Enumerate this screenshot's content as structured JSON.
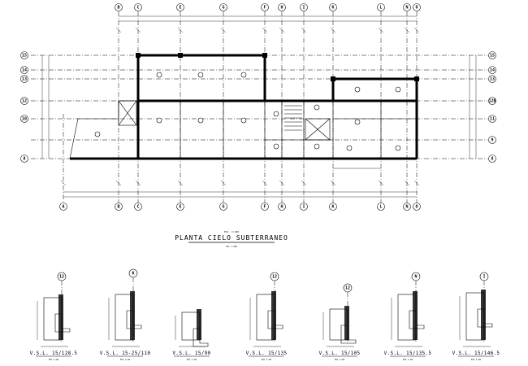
{
  "plan": {
    "title": "PLANTA CIELO SUBTERRANEO",
    "subtitle": "ESC. 1:100",
    "scale_note": "ESC 1:100",
    "top_axes": [
      "B",
      "C",
      "E",
      "G",
      "F",
      "H",
      "I",
      "K",
      "L",
      "N",
      "O"
    ],
    "bottom_axes": [
      "A",
      "B",
      "C",
      "E",
      "G",
      "F",
      "H",
      "I",
      "K",
      "L",
      "N",
      "O"
    ],
    "left_axes": [
      "15",
      "14",
      "13",
      "12",
      "10",
      "8"
    ],
    "right_axes": [
      "15",
      "14",
      "13",
      "12B",
      "11",
      "9",
      "8"
    ]
  },
  "sections": [
    {
      "label": "V.S.L. 15/128.5",
      "tag": "12",
      "scale": "ESC 1:20"
    },
    {
      "label": "V.S.L. 15-25/110",
      "tag": "K",
      "scale": "ESC 1:20"
    },
    {
      "label": "V.S.L. 15/90",
      "tag": "",
      "scale": "ESC 1:20"
    },
    {
      "label": "V.S.L. 15/135",
      "tag": "12",
      "scale": "ESC 1:20"
    },
    {
      "label": "V.S.L. 15/105",
      "tag": "12",
      "scale": "ESC 1:20"
    },
    {
      "label": "V.S.L. 15/135.5",
      "tag": "N",
      "scale": "ESC 1:20"
    },
    {
      "label": "V.S.L. 15/146.5",
      "tag": "I",
      "scale": "ESC 1:20"
    }
  ]
}
